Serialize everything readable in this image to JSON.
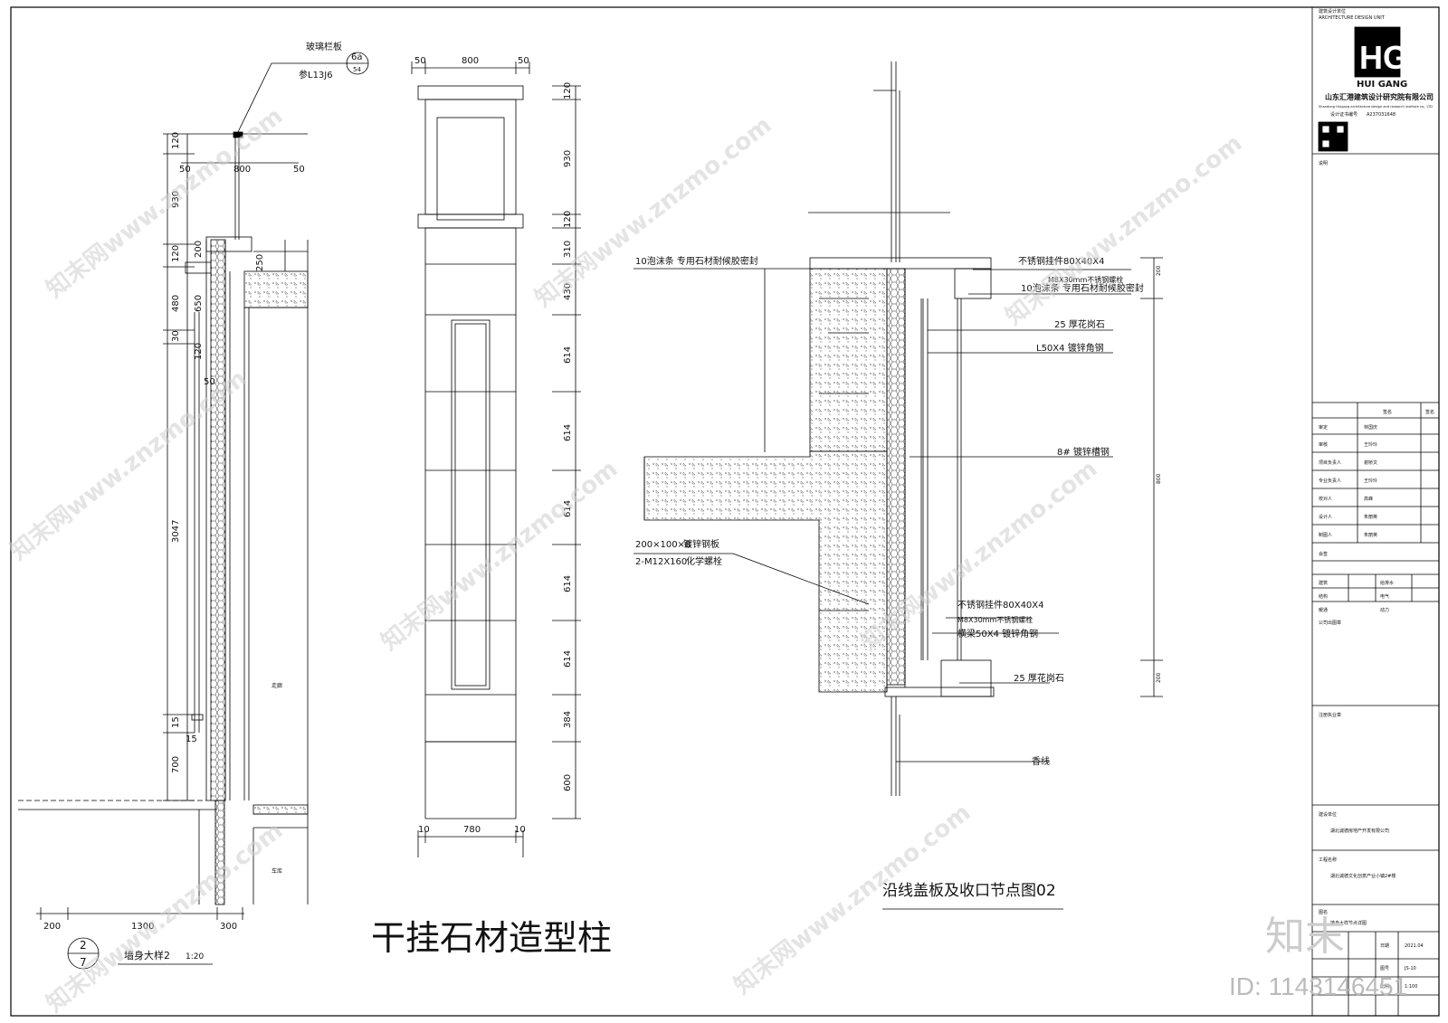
{
  "left_detail": {
    "railing_label": "玻璃栏板",
    "railing_ref": "参L13J6",
    "index_top": "6a",
    "index_bottom": "54",
    "dims_vertical": [
      "120",
      "930",
      "120",
      "480",
      "30",
      "3047",
      "15",
      "700"
    ],
    "dims_top": [
      "50",
      "800",
      "50"
    ],
    "dims_misc": [
      "200",
      "250",
      "650",
      "120",
      "50",
      "15"
    ],
    "dims_bottom": [
      "200",
      "1300",
      "300"
    ],
    "room_label": "走廊",
    "room_label2": "车库",
    "tag_num": "2",
    "tag_den": "7",
    "caption": "墙身大样2",
    "scale": "1:20"
  },
  "column": {
    "dims_top": [
      "50",
      "800",
      "50"
    ],
    "dims_bottom": [
      "10",
      "780",
      "10"
    ],
    "dims_right": [
      "120",
      "930",
      "120",
      "310",
      "430",
      "614",
      "614",
      "614",
      "614",
      "614",
      "384",
      "600"
    ],
    "title": "干挂石材造型柱"
  },
  "node": {
    "labels": [
      "10泡沫条  专用石材耐候胶密封",
      "不锈钢挂件80X40X4",
      "M8X30mm不锈钢螺栓",
      "10泡沫条  专用石材耐候胶密封",
      "25  厚花岗石",
      "L50X4    镀锌角钢",
      "8# 镀锌槽钢",
      "200×100×8",
      "镀锌钢板",
      "2-M12X160",
      "化学螺栓",
      "不锈钢挂件80X40X4",
      "M8X30mm不锈钢螺栓",
      "横梁50X4   镀锌角钢",
      "25  厚花岗石",
      "香线"
    ],
    "dims_right": [
      "200",
      "800",
      "200"
    ],
    "title": "沿线盖板及收口节点图02"
  },
  "title_block": {
    "header_small": "建筑设计单位",
    "header_small_en": "ARCHITECTURE DESIGN UNIT",
    "logo_text": "HG",
    "logo_name": "HUI GANG",
    "company_cn": "山东汇港建筑设计研究院有限公司",
    "company_en": "Shandong Huigang architecture design and research institute co., LTD",
    "cert_label": "设计证书编号",
    "cert_no": "A237031648",
    "notes_title": "说明",
    "sign_header": [
      "签名",
      "签名"
    ],
    "sign_rows": [
      {
        "role": "审定",
        "name": "林国庆"
      },
      {
        "role": "审核",
        "name": "王玲玲"
      },
      {
        "role": "项目负责人",
        "name": "谢桥文"
      },
      {
        "role": "专业负责人",
        "name": "王玲玲"
      },
      {
        "role": "校对人",
        "name": "高峰"
      },
      {
        "role": "设计人",
        "name": "朱丽英"
      },
      {
        "role": "制图人",
        "name": "朱丽英"
      }
    ],
    "countersign": "会签",
    "cs_rows": [
      [
        "建筑",
        "给排水"
      ],
      [
        "结构",
        "电气"
      ],
      [
        "暖通",
        "动力"
      ]
    ],
    "stamp_label": "公司出图章",
    "reg_label": "注册执业章",
    "client_label": "建设单位",
    "client_name": "湖北诚德房地产开发有限公司",
    "project_label": "工程名称",
    "project_name": "湖北诚德文化创意产业小镇2#楼",
    "drawing_label": "图名",
    "drawing_name": "墙身大样节点详图",
    "bottom_rows": [
      [
        "日期",
        "2021.04"
      ],
      [
        "图号",
        "JS-10"
      ],
      [
        "比例",
        "1:100"
      ]
    ]
  },
  "watermark": {
    "text": "知末网www.znzmo.com",
    "logo": "知末",
    "id": "ID: 1143146451"
  }
}
